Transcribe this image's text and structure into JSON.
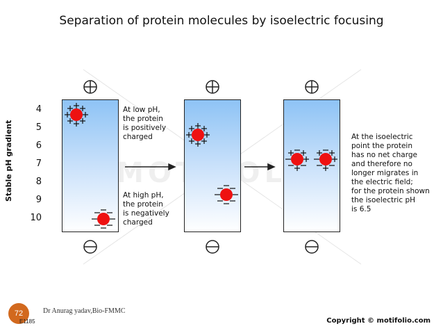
{
  "title": "Separation of protein molecules by isoelectric focusing",
  "axis": {
    "label": "Stable pH gradient",
    "ticks": [
      "4",
      "5",
      "6",
      "7",
      "8",
      "9",
      "10"
    ]
  },
  "notes": {
    "low_ph": [
      "At low pH,",
      "the protein",
      "is positively",
      "charged"
    ],
    "high_ph": [
      "At high pH,",
      "the protein",
      "is negatively",
      "charged"
    ],
    "isoelectric": [
      "At the isoelectric",
      "point the protein",
      "has no net charge",
      "and therefore no",
      "longer migrates in",
      "the electric field;",
      "for the protein shown",
      "the isoelectric pH",
      "is 6.5"
    ]
  },
  "watermark": "MOTIFOLIO",
  "footer": {
    "slide_number": "72",
    "author": "Dr Anurag yadav,Bio-FMMC",
    "code": "E1185",
    "copyright": "Copyright © motifolio.com"
  },
  "colors": {
    "protein": "#ee1111",
    "tube_top": "#8ec3f5",
    "badge": "#d2691e"
  }
}
